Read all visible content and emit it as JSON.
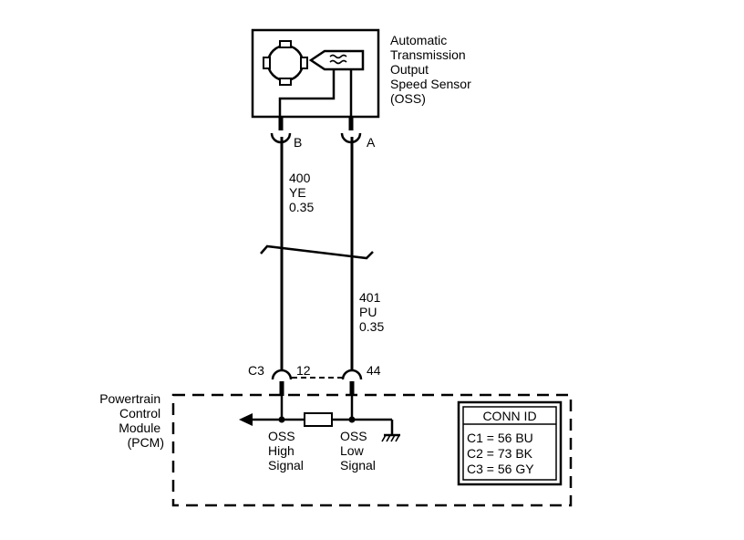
{
  "sensor": {
    "title_lines": [
      "Automatic",
      "Transmission",
      "Output",
      "Speed Sensor",
      "(OSS)"
    ]
  },
  "terminals": {
    "b": "B",
    "a": "A"
  },
  "wires": {
    "left": {
      "circuit": "400",
      "color": "YE",
      "gauge": "0.35"
    },
    "right": {
      "circuit": "401",
      "color": "PU",
      "gauge": "0.35"
    }
  },
  "pcm_connector": {
    "name": "C3",
    "pin_left": "12",
    "pin_right": "44"
  },
  "pcm": {
    "title_lines": [
      "Powertrain",
      "Control",
      "Module",
      "(PCM)"
    ]
  },
  "signals": {
    "high_lines": [
      "OSS",
      "High",
      "Signal"
    ],
    "low_lines": [
      "OSS",
      "Low",
      "Signal"
    ]
  },
  "conn_id": {
    "header": "CONN ID",
    "rows": [
      "C1 = 56 BU",
      "C2 = 73 BK",
      "C3 = 56 GY"
    ]
  }
}
